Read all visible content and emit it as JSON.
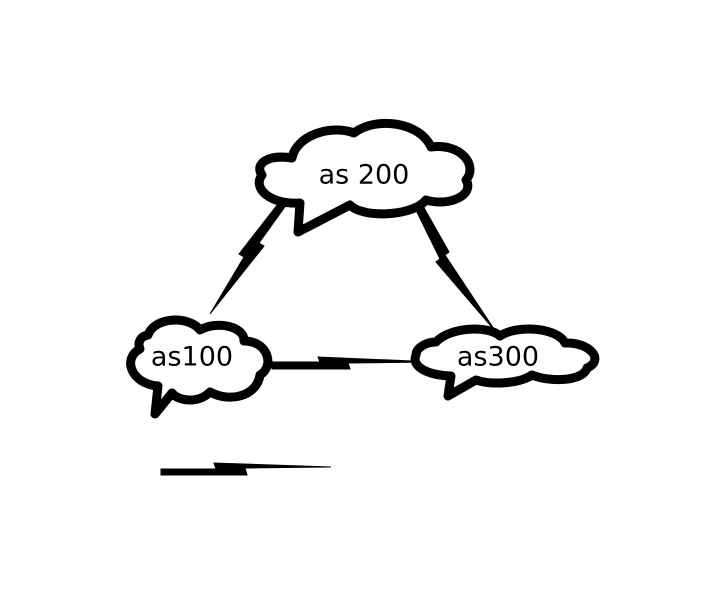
{
  "diagram": {
    "nodes": [
      {
        "id": "as200",
        "label": "as 200"
      },
      {
        "id": "as100",
        "label": "as100"
      },
      {
        "id": "as300",
        "label": "as300"
      }
    ],
    "links": [
      {
        "from": "as200",
        "to": "as100",
        "style": "lightning"
      },
      {
        "from": "as200",
        "to": "as300",
        "style": "lightning"
      },
      {
        "from": "as100",
        "to": "as300",
        "style": "lightning"
      }
    ],
    "legend_symbol": "lightning-link-icon",
    "colors": {
      "stroke": "#000000",
      "fill": "#ffffff",
      "background": "#ffffff"
    }
  }
}
